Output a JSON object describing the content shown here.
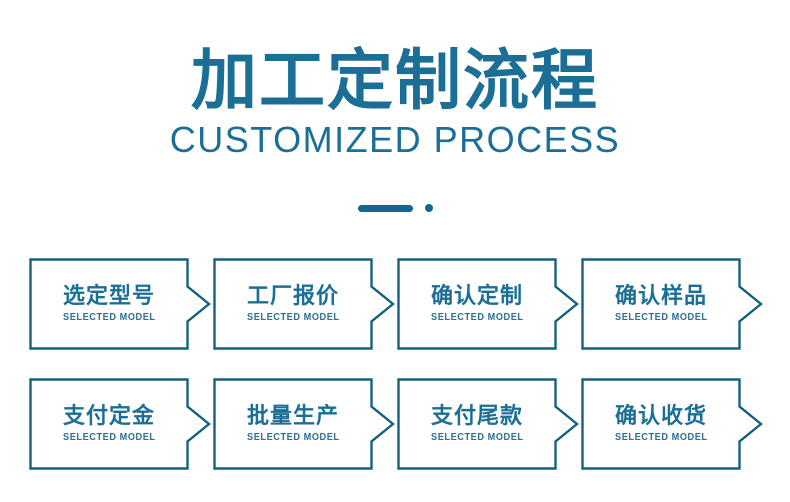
{
  "header": {
    "title_cn": "加工定制流程",
    "title_en": "CUSTOMIZED PROCESS"
  },
  "divider": {
    "bar": "divider-bar",
    "dot": "divider-dot"
  },
  "colors": {
    "title": "#1b6f96",
    "border": "#15617f",
    "accent": "#136691",
    "caption": "#2d6f91",
    "background": "#ffffff"
  },
  "steps": [
    {
      "cn": "选定型号",
      "en": "SELECTED MODEL"
    },
    {
      "cn": "工厂报价",
      "en": "SELECTED MODEL"
    },
    {
      "cn": "确认定制",
      "en": "SELECTED MODEL"
    },
    {
      "cn": "确认样品",
      "en": "SELECTED MODEL"
    },
    {
      "cn": "支付定金",
      "en": "SELECTED MODEL"
    },
    {
      "cn": "批量生产",
      "en": "SELECTED MODEL"
    },
    {
      "cn": "支付尾款",
      "en": "SELECTED MODEL"
    },
    {
      "cn": "确认收货",
      "en": "SELECTED MODEL"
    }
  ]
}
